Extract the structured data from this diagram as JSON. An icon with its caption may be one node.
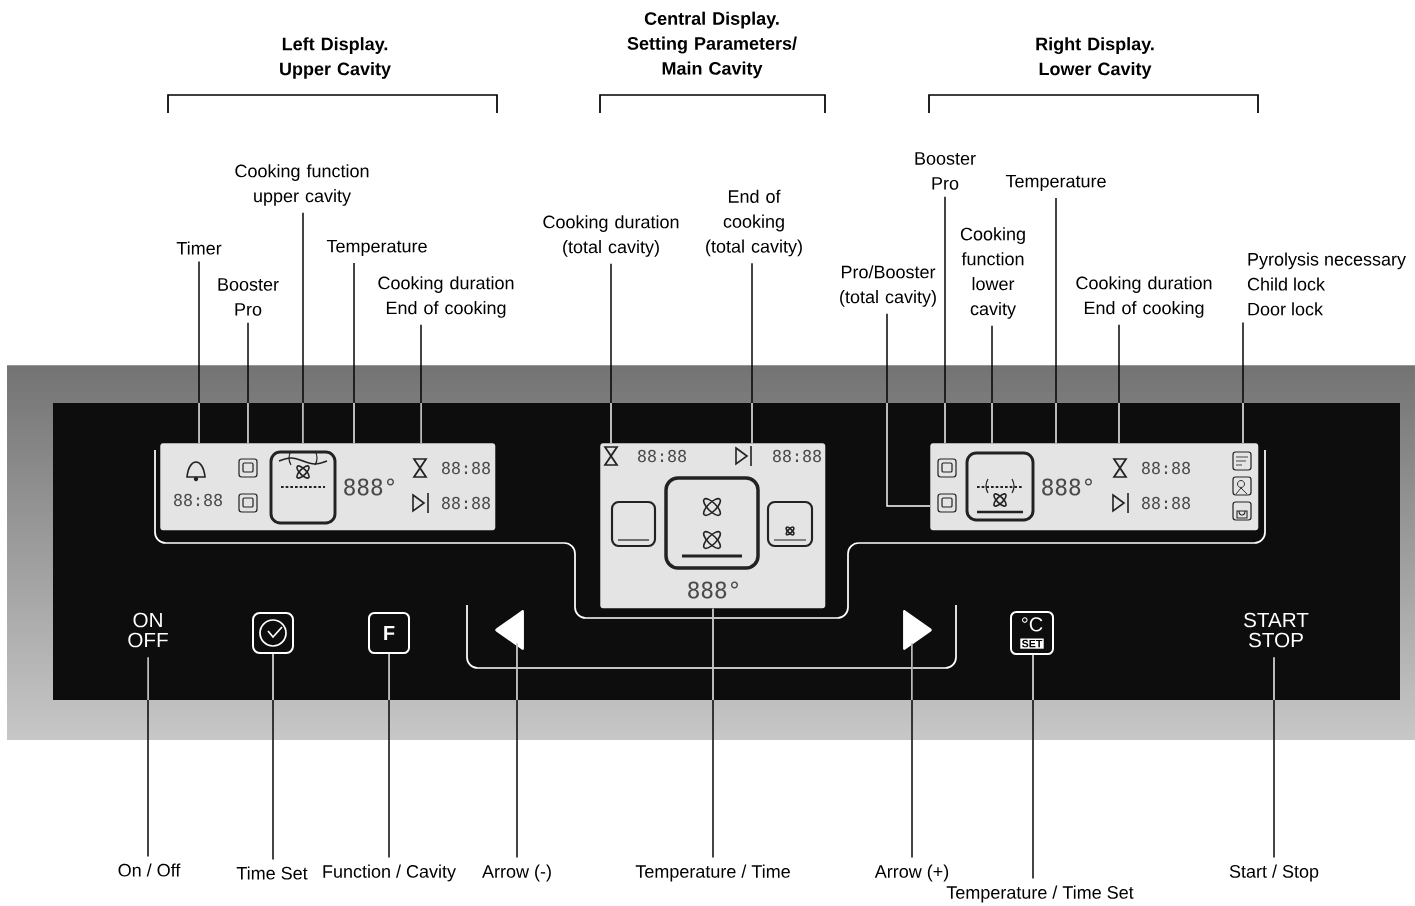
{
  "diagram": {
    "nodes": [
      {
        "text": [
          "Timer"
        ]
      },
      {
        "text": [
          "Booster Pro"
        ]
      },
      {
        "text": [
          "Cooking function upper cavity"
        ]
      },
      {
        "text": [
          "Temperature"
        ]
      },
      {
        "text": [
          "Cooking duration End of cooking"
        ]
      },
      {
        "text": [
          "Cooking duration (total cavity)"
        ]
      },
      {
        "text": [
          "End of cooking (total cavity)"
        ]
      },
      {
        "text": [
          "Pro/Booster (total cavity)"
        ]
      },
      {
        "text": [
          "Booster Pro"
        ]
      },
      {
        "text": [
          "Temperature"
        ]
      },
      {
        "text": [
          "Cooking function lower cavity"
        ]
      },
      {
        "text": [
          "Cooking duration End of cooking"
        ]
      },
      {
        "text": [
          "Pyrolysis necessary",
          "Child lock",
          "Door lock"
        ]
      },
      {
        "text": [
          "88:88",
          "888°",
          "88:88",
          "88:88"
        ]
      },
      {
        "text": [
          "88:88",
          "88:88",
          "888°"
        ]
      },
      {
        "text": [
          "888°",
          "88:88",
          "88:88"
        ]
      },
      {
        "text": [
          "ON OFF"
        ]
      },
      {
        "text": [],
        "shape": "box"
      },
      {
        "text": [
          "F"
        ]
      },
      {
        "text": [],
        "shape": "triangle"
      },
      {
        "text": [],
        "shape": "triangle"
      },
      {
        "text": [
          "°C",
          "SET"
        ]
      },
      {
        "text": [
          "START STOP"
        ]
      },
      {
        "text": [
          "On / Off"
        ]
      },
      {
        "text": [
          "Time Set"
        ]
      },
      {
        "text": [
          "Function / Cavity"
        ]
      },
      {
        "text": [
          "Arrow (-)"
        ]
      },
      {
        "text": [
          "Temperature / Time"
        ]
      },
      {
        "text": [
          "Arrow (+)"
        ]
      },
      {
        "text": [
          "Temperature / Time Set"
        ]
      },
      {
        "text": [
          "Start / Stop"
        ]
      }
    ],
    "edges": [
      {
        "from": 0,
        "to": 13,
        "arrow": "none"
      },
      {
        "from": 1,
        "to": 13,
        "arrow": "none"
      },
      {
        "from": 2,
        "to": 13,
        "arrow": "none"
      },
      {
        "from": 3,
        "to": 13,
        "arrow": "none"
      },
      {
        "from": 4,
        "to": 13,
        "arrow": "none"
      },
      {
        "from": 5,
        "to": 14,
        "arrow": "none"
      },
      {
        "from": 6,
        "to": 14,
        "arrow": "none"
      },
      {
        "from": 7,
        "to": 15,
        "arrow": "none"
      },
      {
        "from": 8,
        "to": 15,
        "arrow": "none"
      },
      {
        "from": 9,
        "to": 15,
        "arrow": "none"
      },
      {
        "from": 10,
        "to": 15,
        "arrow": "none"
      },
      {
        "from": 11,
        "to": 15,
        "arrow": "none"
      },
      {
        "from": 12,
        "to": 15,
        "arrow": "none"
      },
      {
        "from": 23,
        "to": 16,
        "arrow": "none"
      },
      {
        "from": 24,
        "to": 17,
        "arrow": "none"
      },
      {
        "from": 25,
        "to": 18,
        "arrow": "none"
      },
      {
        "from": 26,
        "to": 19,
        "arrow": "none"
      },
      {
        "from": 27,
        "to": 14,
        "arrow": "none"
      },
      {
        "from": 28,
        "to": 20,
        "arrow": "none"
      },
      {
        "from": 29,
        "to": 21,
        "arrow": "none"
      },
      {
        "from": 30,
        "to": 22,
        "arrow": "none"
      }
    ],
    "labels": [
      "Left Display. Upper Cavity",
      "Central Display. Setting Parameters/ Main Cavity",
      "Right Display. Lower Cavity"
    ]
  }
}
